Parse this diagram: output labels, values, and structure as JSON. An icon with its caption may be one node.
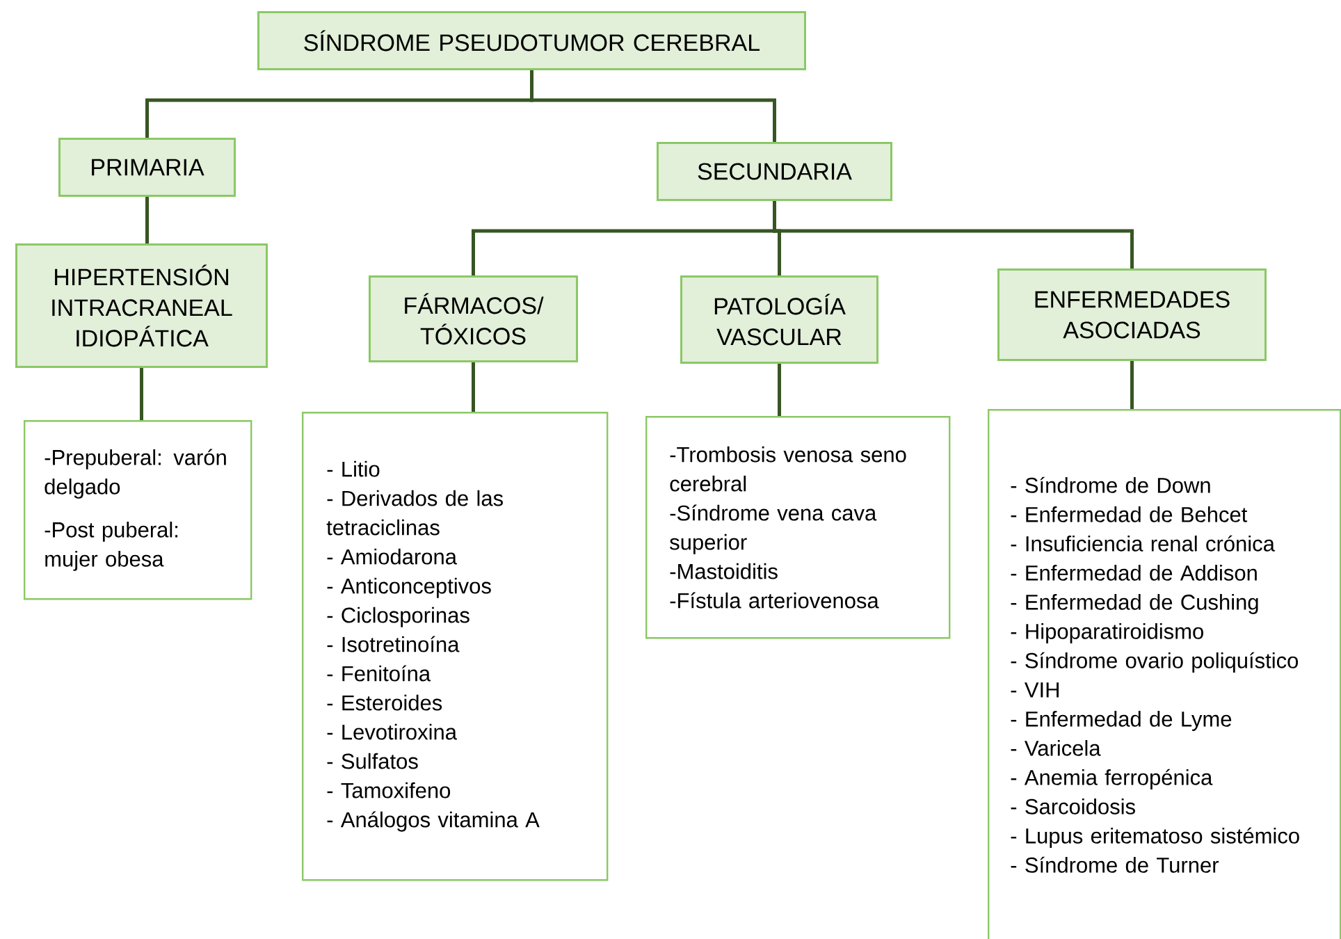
{
  "diagram": {
    "nodes": [
      {
        "text": [
          "SÍNDROME PSEUDOTUMOR CEREBRAL"
        ]
      },
      {
        "text": [
          "PRIMARIA"
        ]
      },
      {
        "text": [
          "SECUNDARIA"
        ]
      },
      {
        "text": [
          "HIPERTENSIÓN INTRACRANEAL IDIOPÁTICA"
        ]
      },
      {
        "text": [
          "FÁRMACOS/ TÓXICOS"
        ]
      },
      {
        "text": [
          "PATOLOGÍA VASCULAR"
        ]
      },
      {
        "text": [
          "ENFERMEDADES ASOCIADAS"
        ]
      },
      {
        "text": [
          "-Prepuberal: varón delgado",
          "-Post puberal: mujer obesa"
        ]
      },
      {
        "text": [
          "- Litio",
          "- Derivados de las tetraciclinas",
          "- Amiodarona",
          "- Anticonceptivos",
          "- Ciclosporinas",
          "- Isotretinoína",
          "- Fenitoína",
          "- Esteroides",
          "- Levotiroxina",
          "- Sulfatos",
          "- Tamoxifeno",
          "- Análogos vitamina A"
        ]
      },
      {
        "text": [
          "-Trombosis venosa seno cerebral",
          "-Síndrome vena cava superior",
          "-Mastoiditis",
          "-Fístula arteriovenosa"
        ]
      },
      {
        "text": [
          "- Síndrome de Down",
          "- Enfermedad de Behcet",
          "- Insuficiencia renal crónica",
          "- Enfermedad de Addison",
          "- Enfermedad de Cushing",
          "- Hipoparatiroidismo",
          "- Síndrome ovario poliquístico",
          "- VIH",
          "- Enfermedad de Lyme",
          "- Varicela",
          "- Anemia ferropénica",
          "- Sarcoidosis",
          "- Lupus eritematoso sistémico",
          "- Síndrome de Turner"
        ]
      }
    ],
    "edges": [
      {
        "from": 0,
        "to": 1,
        "arrow": "none"
      },
      {
        "from": 0,
        "to": 2,
        "arrow": "none"
      },
      {
        "from": 1,
        "to": 3,
        "arrow": "none"
      },
      {
        "from": 2,
        "to": 4,
        "arrow": "none"
      },
      {
        "from": 2,
        "to": 5,
        "arrow": "none"
      },
      {
        "from": 2,
        "to": 6,
        "arrow": "none"
      },
      {
        "from": 3,
        "to": 7,
        "arrow": "none"
      },
      {
        "from": 4,
        "to": 8,
        "arrow": "none"
      },
      {
        "from": 5,
        "to": 9,
        "arrow": "none"
      },
      {
        "from": 6,
        "to": 10,
        "arrow": "none"
      }
    ]
  }
}
